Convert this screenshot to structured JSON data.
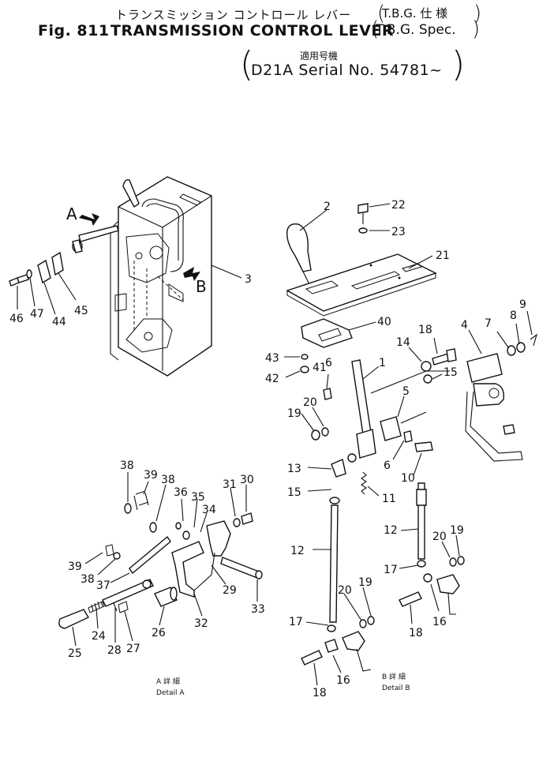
{
  "header": {
    "jp_title": "トランスミッション コントロール レバー",
    "jp_spec": "T.B.G. 仕 様",
    "fig_no": "Fig. 811",
    "en_title": "TRANSMISSION CONTROL LEVER",
    "en_spec": "T.B.G. Spec.",
    "applic_jp": "適用号機",
    "serial": "D21A Serial No. 54781~"
  },
  "views": {
    "arrow_a": "A",
    "arrow_b": "B",
    "detail_a_jp": "A 詳 細",
    "detail_a": "Detail A",
    "detail_b_jp": "B 詳 細",
    "detail_b": "Detail B"
  },
  "callouts": {
    "main_assembly": [
      "46",
      "47",
      "44",
      "45",
      "3"
    ],
    "right_upper": [
      "2",
      "22",
      "23",
      "21",
      "40",
      "43",
      "41",
      "42",
      "6",
      "1",
      "18",
      "14",
      "15",
      "5",
      "4",
      "7",
      "8",
      "9",
      "19",
      "20",
      "6",
      "10",
      "13",
      "15",
      "11"
    ],
    "detail_a": [
      "38",
      "39",
      "38",
      "36",
      "35",
      "34",
      "31",
      "30",
      "39",
      "38",
      "37",
      "24",
      "28",
      "27",
      "25",
      "26",
      "32",
      "29",
      "33"
    ],
    "detail_b_left": [
      "12",
      "20",
      "19",
      "17",
      "16",
      "18"
    ],
    "detail_b_right": [
      "12",
      "20",
      "19",
      "17",
      "16",
      "18"
    ]
  }
}
